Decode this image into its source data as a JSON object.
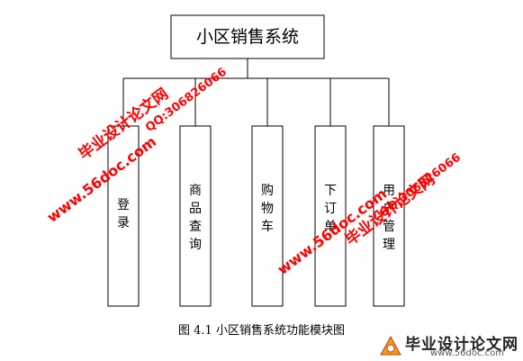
{
  "diagram": {
    "root": "小区销售系统",
    "modules": [
      {
        "label": "登录",
        "chars": [
          "登",
          "录"
        ]
      },
      {
        "label": "商品查询",
        "chars": [
          "商",
          "品",
          "查",
          "询"
        ]
      },
      {
        "label": "购物车",
        "chars": [
          "购",
          "物",
          "车"
        ]
      },
      {
        "label": "下订单",
        "chars": [
          "下",
          "订",
          "单"
        ]
      },
      {
        "label": "用户管理",
        "chars": [
          "用",
          "户",
          "管",
          "理"
        ]
      }
    ]
  },
  "caption": "图 4.1  小区销售系统功能模块图",
  "watermarks": {
    "site_name": "毕业设计论文网",
    "site_url": "www.56doc.com",
    "qq": "QQ:306826066",
    "logo_text": "毕业设计论文网",
    "logo_url": "www.56doc.com",
    "color": "#ff0000"
  }
}
